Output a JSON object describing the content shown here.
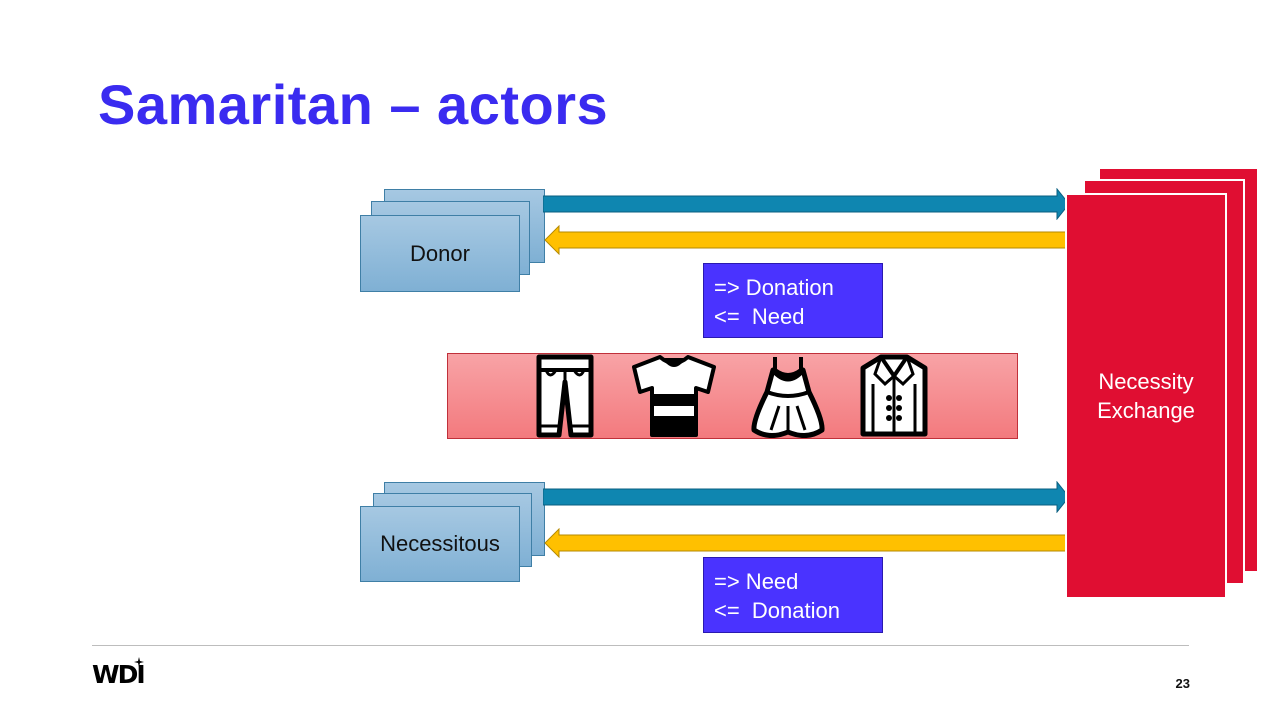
{
  "slide": {
    "title": "Samaritan – actors",
    "page_number": "23",
    "logo_text": "WDI"
  },
  "actors": [
    {
      "label": "Donor"
    },
    {
      "label": "Necessitous"
    }
  ],
  "exchange": {
    "label_line1": "Necessity",
    "label_line2": "Exchange"
  },
  "messages": {
    "donor": {
      "line1": "=> Donation",
      "line2": "<=  Need"
    },
    "necessitous": {
      "line1": "=> Need",
      "line2": "<=  Donation"
    }
  },
  "goods_icons": [
    "trousers-icon",
    "tshirt-icon",
    "dress-icon",
    "jacket-icon"
  ],
  "colors": {
    "title": "#3a2bf0",
    "actor_card": "#8fbadb",
    "arrow_out": "#0f86b0",
    "arrow_in": "#ffc000",
    "message_box": "#4a33ff",
    "exchange": "#e00e32",
    "goods_band": "#f5898d"
  }
}
